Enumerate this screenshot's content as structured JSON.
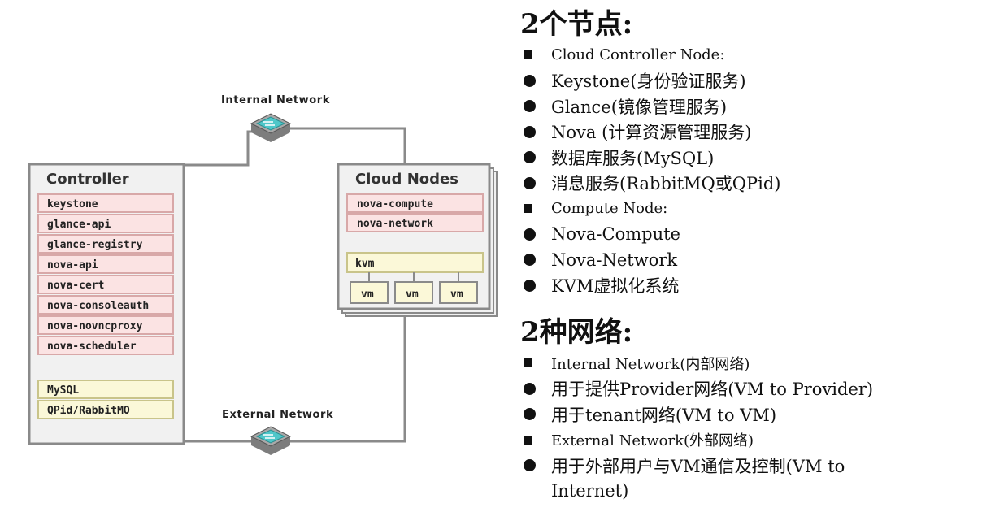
{
  "diagram": {
    "controller": {
      "title": "Controller",
      "services": [
        "keystone",
        "glance-api",
        "glance-registry",
        "nova-api",
        "nova-cert",
        "nova-consoleauth",
        "nova-novncproxy",
        "nova-scheduler"
      ],
      "backends": [
        "MySQL",
        "QPid/RabbitMQ"
      ]
    },
    "cloud_nodes": {
      "title": "Cloud Nodes",
      "services": [
        "nova-compute",
        "nova-network"
      ],
      "hypervisor": "kvm",
      "vms": [
        "vm",
        "vm",
        "vm"
      ]
    },
    "networks": {
      "internal_label": "Internal Network",
      "external_label": "External Network"
    },
    "colors": {
      "box_border": "#8a8a8a",
      "box_fill": "#f1f1f1",
      "service_fill": "#fbe3e3",
      "service_border": "#d8a8a8",
      "backend_fill": "#fbf8d8",
      "backend_border": "#c9c48a",
      "switch_teal": "#4fc7c9"
    }
  },
  "notes": {
    "heading1": "2个节点:",
    "nodes": [
      {
        "marker": "square",
        "text": "Cloud Controller Node:",
        "size": "small"
      },
      {
        "marker": "dot",
        "text": "Keystone(身份验证服务)"
      },
      {
        "marker": "dot",
        "text": "Glance(镜像管理服务)"
      },
      {
        "marker": "dot",
        "text": "Nova (计算资源管理服务)"
      },
      {
        "marker": "dot",
        "text": "数据库服务(MySQL)"
      },
      {
        "marker": "dot",
        "text": "消息服务(RabbitMQ或QPid)"
      },
      {
        "marker": "square",
        "text": "Compute Node:",
        "size": "small"
      },
      {
        "marker": "dot",
        "text": "Nova-Compute"
      },
      {
        "marker": "dot",
        "text": "Nova-Network"
      },
      {
        "marker": "dot",
        "text": "KVM虚拟化系统"
      }
    ],
    "heading2": "2种网络:",
    "networks": [
      {
        "marker": "square",
        "text": "Internal Network(内部网络)",
        "size": "small"
      },
      {
        "marker": "dot",
        "text": "用于提供Provider网络(VM to Provider)"
      },
      {
        "marker": "dot",
        "text": "用于tenant网络(VM to VM)"
      },
      {
        "marker": "square",
        "text": "External Network(外部网络)",
        "size": "small"
      },
      {
        "marker": "dot",
        "text": "用于外部用户与VM通信及控制(VM to"
      }
    ],
    "networks_wrap": "Internet)"
  }
}
